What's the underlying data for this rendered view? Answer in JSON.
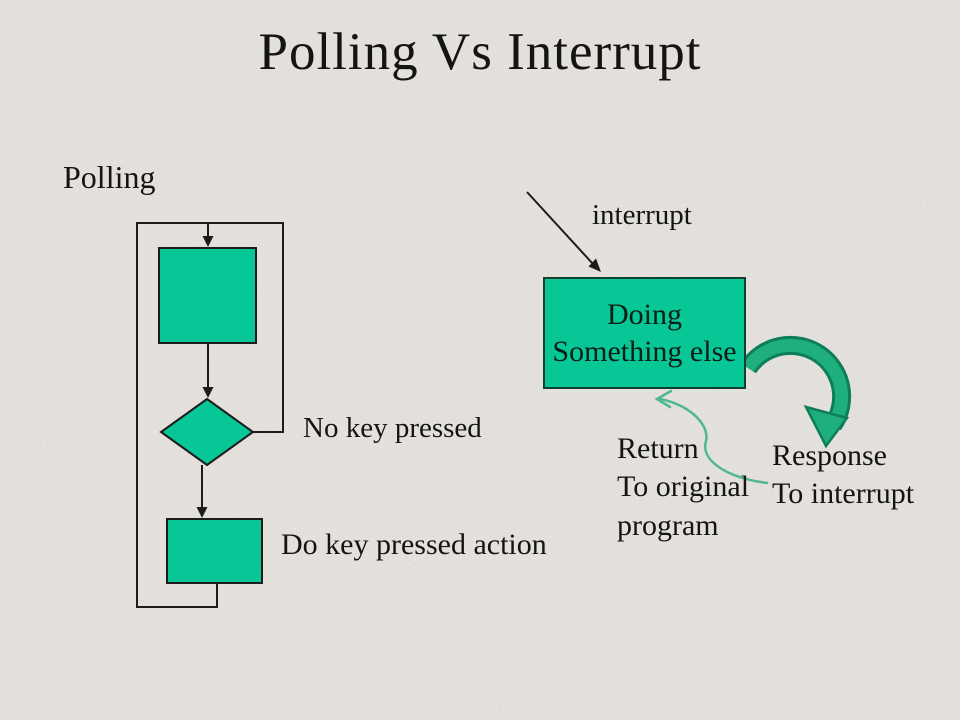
{
  "slide": {
    "title": "Polling Vs Interrupt"
  },
  "polling_section": {
    "heading": "Polling",
    "no_key_label": "No key pressed",
    "do_key_label": "Do key pressed action"
  },
  "interrupt_section": {
    "arrow_label": "interrupt",
    "box_text": "Doing\nSomething else",
    "return_label": "Return\nTo original\nprogram",
    "response_label": "Response\nTo interrupt"
  },
  "colors": {
    "background": "#e9e6e2",
    "shape_green": "#06c795",
    "shape_outline": "#1c1c1c",
    "flow_line": "#1c1c1c",
    "curved_arrow_fill": "#1fae7d",
    "curved_arrow_outline": "#0c7e58",
    "return_arrow": "#4fb796",
    "text": "#141414"
  }
}
